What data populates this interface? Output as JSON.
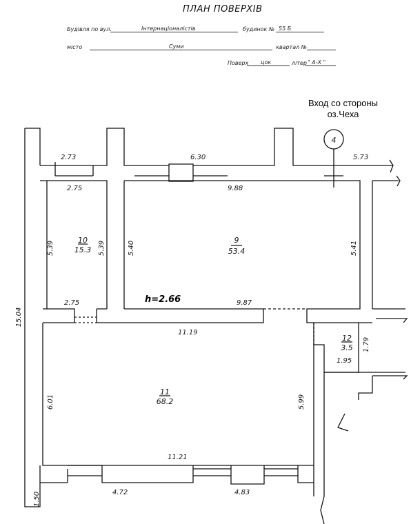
{
  "header": {
    "title": "ПЛАН ПОВЕРХІВ",
    "street_label": "Будівля по вул.",
    "street_value": "Інтернаціоналістів",
    "building_label": "будинок №",
    "building_value": "55 Б",
    "city_label": "місто",
    "city_value": "Суми",
    "quarter_label": "квартал №",
    "floor_label": "Поверх",
    "floor_value": "цок",
    "liter_label": "літер",
    "liter_value": "\" А-Х \""
  },
  "entrance": {
    "line1": "Вход со стороны",
    "line2": "оз.Чеха",
    "marker": "4"
  },
  "plan": {
    "height_label": "h=2.66",
    "overall_dims": {
      "left_height": "15.04",
      "bottom_left": "1.50"
    },
    "walls_top": {
      "d1": "2.73",
      "d2": "6.30",
      "d3": "5.73"
    },
    "walls_bottom": {
      "d1": "4.72",
      "d2": "4.83"
    },
    "rooms": [
      {
        "number": "10",
        "area": "15.3",
        "top": "2.75",
        "bottom": "2.75",
        "left": "5.39",
        "right": "5.39"
      },
      {
        "number": "9",
        "area": "53.4",
        "top": "9.88",
        "bottom": "9.87",
        "left": "5.40",
        "right": "5.41"
      },
      {
        "number": "11",
        "area": "68.2",
        "top": "11.19",
        "bottom": "11.21",
        "left": "6.01",
        "right": "5.99"
      },
      {
        "number": "12",
        "area": "3.5",
        "bottom": "1.95",
        "right": "1.79"
      }
    ]
  }
}
